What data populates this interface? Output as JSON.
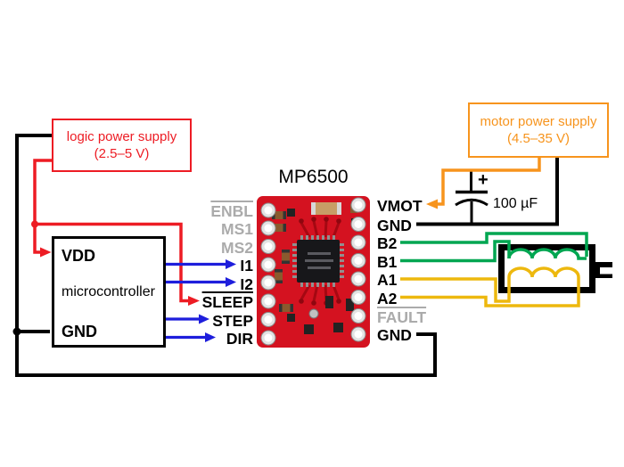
{
  "title": "MP6500",
  "colors": {
    "red": "#ED1C24",
    "orange": "#F7941D",
    "blue": "#1E1EDC",
    "green": "#00A651",
    "yellow": "#EDB80E",
    "gray_pin": "#ABABAB",
    "pcb": "#D41220"
  },
  "logic_supply": {
    "line1": "logic power supply",
    "line2": "(2.5–5 V)"
  },
  "motor_supply": {
    "line1": "motor power supply",
    "line2": "(4.5–35 V)"
  },
  "microcontroller": {
    "label": "microcontroller",
    "pin_vdd": "VDD",
    "pin_gnd": "GND"
  },
  "capacitor": {
    "polarity": "+",
    "value": "100 µF"
  },
  "pins": {
    "left": [
      {
        "label": "ENBL",
        "muted": true,
        "overline": true
      },
      {
        "label": "MS1",
        "muted": true
      },
      {
        "label": "MS2",
        "muted": true
      },
      {
        "label": "I1"
      },
      {
        "label": "I2"
      },
      {
        "label": "SLEEP",
        "overline": true
      },
      {
        "label": "STEP"
      },
      {
        "label": "DIR"
      }
    ],
    "right": [
      {
        "label": "VMOT"
      },
      {
        "label": "GND"
      },
      {
        "label": "B2"
      },
      {
        "label": "B1"
      },
      {
        "label": "A1"
      },
      {
        "label": "A2"
      },
      {
        "label": "FAULT",
        "muted": true,
        "overline": true
      },
      {
        "label": "GND"
      }
    ]
  }
}
